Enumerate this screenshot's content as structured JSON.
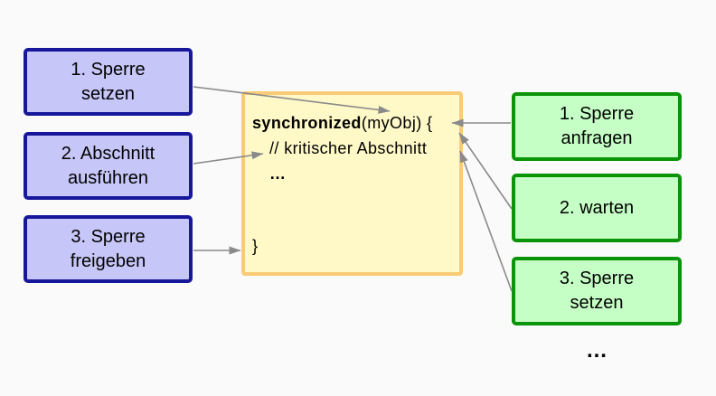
{
  "diagram": {
    "topic": "synchronized block locking steps",
    "colors": {
      "background": "#fafafa",
      "blue_box_fill": "#c6c6f8",
      "blue_box_border": "#17179b",
      "green_box_fill": "#c6ffc6",
      "green_box_border": "#0a9408",
      "code_box_fill": "#fff9c8",
      "code_box_border": "#facb76",
      "arrow": "#8a8a8a",
      "text": "#000000"
    },
    "left_boxes": [
      {
        "line1": "1. Sperre",
        "line2": "setzen"
      },
      {
        "line1": "2. Abschnitt",
        "line2": "ausführen"
      },
      {
        "line1": "3. Sperre",
        "line2": "freigeben"
      }
    ],
    "right_boxes": [
      {
        "line1": "1. Sperre",
        "line2": "anfragen"
      },
      {
        "line1": "2. warten"
      },
      {
        "line1": "3. Sperre",
        "line2": "setzen"
      }
    ],
    "code": {
      "keyword": "synchronized",
      "args": "(myObj) {",
      "comment": "// kritischer Abschnitt",
      "body_ellipsis": "…",
      "closing_brace": "}"
    },
    "more_indicator": "…",
    "arrows": [
      {
        "name": "arrow-left-1",
        "from": "left box 1",
        "to": "synchronized line"
      },
      {
        "name": "arrow-left-2",
        "from": "left box 2",
        "to": "kritischer Abschnitt comment"
      },
      {
        "name": "arrow-left-3",
        "from": "left box 3",
        "to": "closing brace"
      },
      {
        "name": "arrow-right-1",
        "from": "right box 1",
        "to": "opening brace"
      },
      {
        "name": "arrow-right-2",
        "from": "right box 2",
        "to": "right edge of code box"
      },
      {
        "name": "arrow-right-3",
        "from": "right box 3",
        "to": "right edge of code box"
      }
    ]
  }
}
